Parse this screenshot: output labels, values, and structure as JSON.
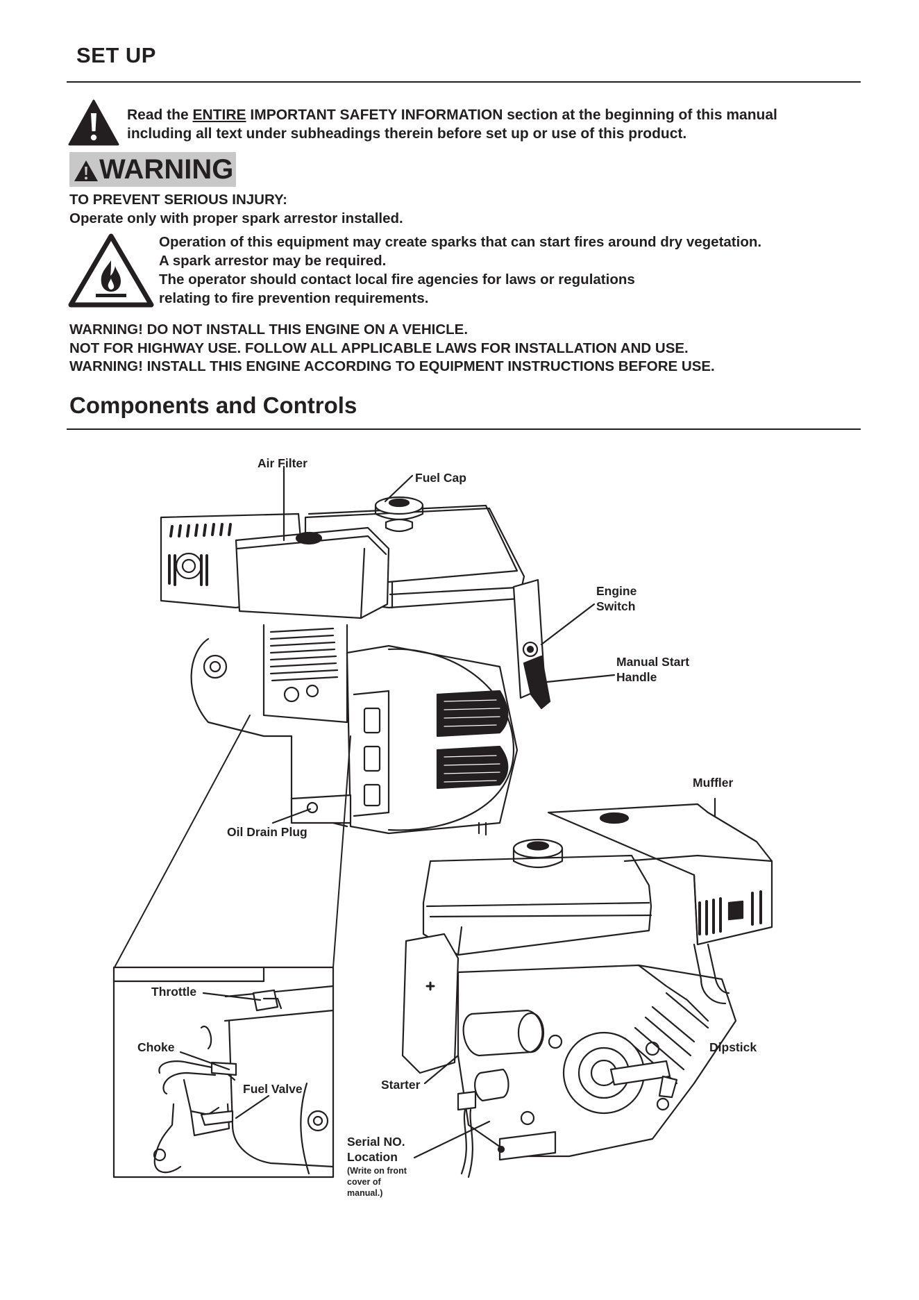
{
  "header": {
    "title": "SET UP"
  },
  "intro": {
    "prefix": "Read the ",
    "emphasis": "ENTIRE",
    "rest_line1": " IMPORTANT SAFETY INFORMATION section at the beginning of this manual",
    "line2": "including all text under subheadings therein before set up or use of this product."
  },
  "warning_badge": "WARNING",
  "prevent": {
    "line1": "TO PREVENT SERIOUS INJURY:",
    "line2": "Operate only with proper spark arrestor installed."
  },
  "fire": {
    "line1": "Operation of this equipment may create sparks that can start fires around dry vegetation.",
    "line2": "A spark arrestor may be required.",
    "line3": "The operator should contact local fire agencies for laws or regulations",
    "line4": "relating to fire prevention requirements."
  },
  "warnings": {
    "line1": "WARNING!  DO NOT INSTALL THIS ENGINE ON A VEHICLE.",
    "line2": "NOT FOR HIGHWAY USE.  FOLLOW ALL APPLICABLE LAWS FOR INSTALLATION AND USE.",
    "line3": "WARNING!  INSTALL THIS ENGINE ACCORDING TO EQUIPMENT INSTRUCTIONS BEFORE USE."
  },
  "section": {
    "title": "Components and Controls"
  },
  "labels": {
    "air_filter": "Air Filter",
    "fuel_cap": "Fuel Cap",
    "engine_switch_1": "Engine",
    "engine_switch_2": "Switch",
    "manual_start_1": "Manual Start",
    "manual_start_2": "Handle",
    "muffler": "Muffler",
    "oil_drain": "Oil Drain Plug",
    "throttle": "Throttle",
    "choke": "Choke",
    "fuel_valve": "Fuel Valve",
    "starter": "Starter",
    "dipstick": "Dipstick",
    "serial_1": "Serial NO.",
    "serial_2": "Location",
    "serial_note_1": "(Write on front",
    "serial_note_2": "cover of",
    "serial_note_3": "manual.)"
  },
  "icons": {
    "hazard": "exclamation-triangle-icon",
    "fire": "flame-triangle-icon"
  }
}
